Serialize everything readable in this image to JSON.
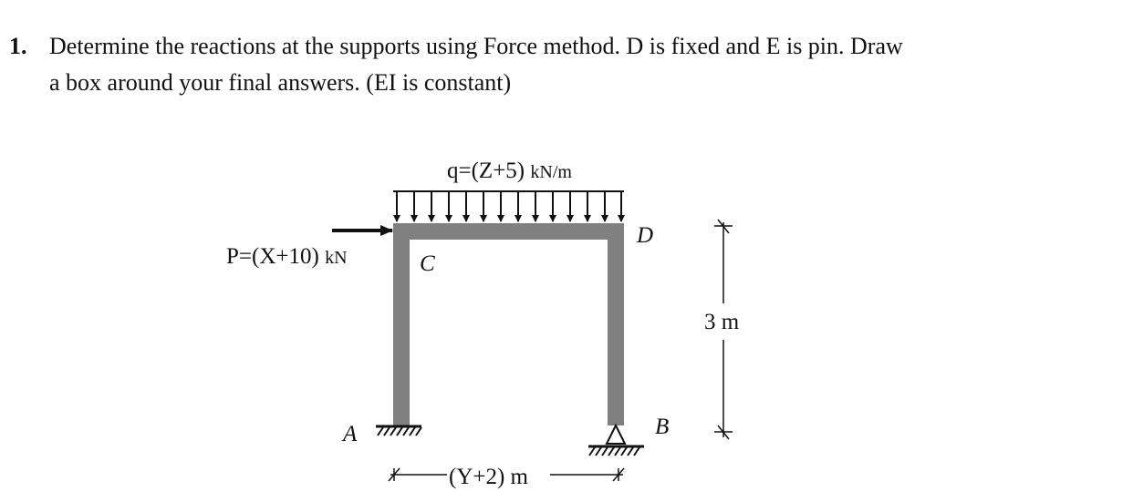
{
  "problem": {
    "number": "1.",
    "line1": "Determine the reactions at the supports using Force method. D is fixed and E is pin. Draw",
    "line2": "a box around your final answers. (EI is constant)"
  },
  "diagram": {
    "distributed_load_main": "q=(Z+5)",
    "distributed_load_unit": "kN/m",
    "point_load_main": "P=(X+10)",
    "point_load_unit": "kN",
    "node_a": "A",
    "node_b": "B",
    "node_c": "C",
    "node_d": "D",
    "height_dim": "3 m",
    "width_dim": "(Y+2) m",
    "colors": {
      "member": "#808080",
      "line": "#111111"
    }
  }
}
